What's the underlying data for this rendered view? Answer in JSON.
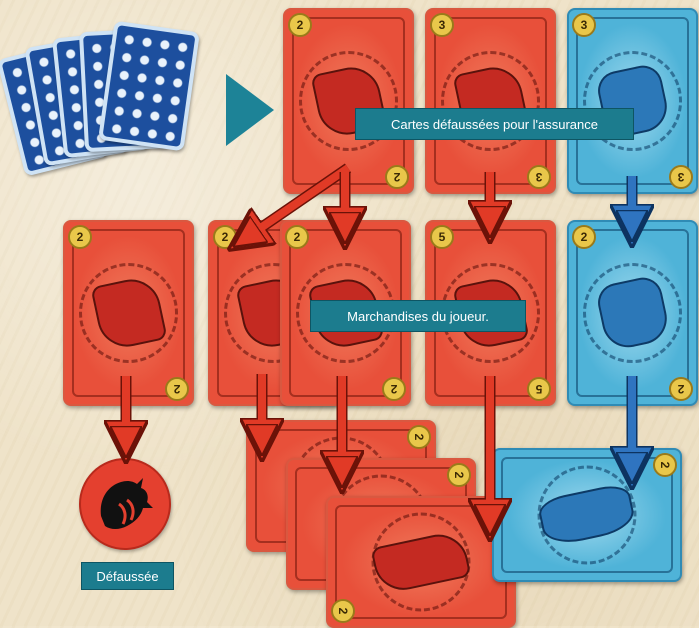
{
  "labels": {
    "insurance": "Cartes défaussées pour l'assurance",
    "player_goods": "Marchandises du joueur.",
    "discard": "Défaussée"
  },
  "cards": {
    "top_red_1": {
      "value": "2"
    },
    "top_red_2": {
      "value": "3"
    },
    "top_blue_1": {
      "value": "3"
    },
    "mid_red_1": {
      "value": "2"
    },
    "mid_red_2": {
      "value": "2"
    },
    "mid_red_3": {
      "value": "2"
    },
    "mid_red_4": {
      "value": "5"
    },
    "mid_blue_1": {
      "value": "2"
    },
    "stack_red_1": {
      "value": "2"
    },
    "stack_red_2": {
      "value": "2"
    },
    "stack_red_3": {
      "value": "2"
    },
    "stack_blue_1": {
      "value": "2"
    }
  },
  "colors": {
    "arrow_red": "#e13a26",
    "arrow_blue": "#2f74c0",
    "label_bg": "#1c7c8e",
    "pointer_teal": "#1d8397",
    "token_red": "#e4402f"
  },
  "icons": {
    "deck": "card-back-deck",
    "pointer": "triangle-pointer-icon",
    "discard": "black-dragon-icon"
  }
}
